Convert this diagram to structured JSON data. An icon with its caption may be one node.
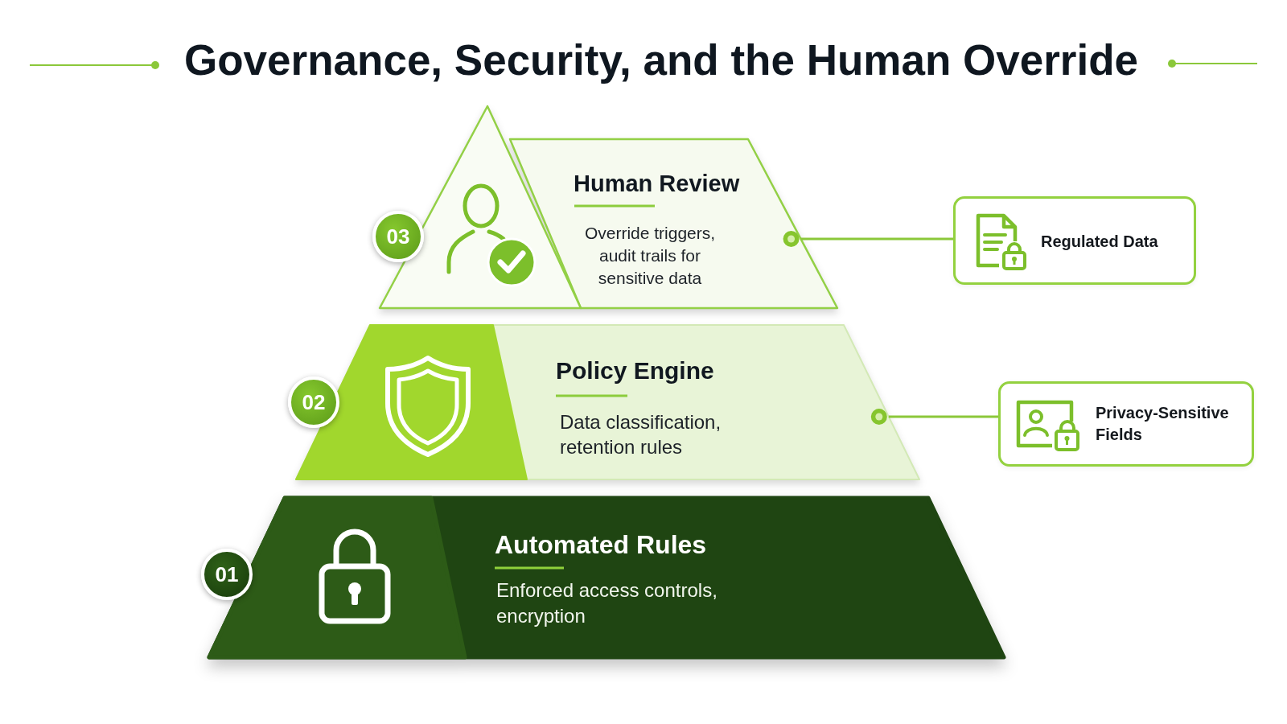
{
  "diagram": {
    "title": "Governance, Security, and the Human Override",
    "nodes": [
      {
        "text": [
          "Human Review",
          "Override triggers, audit trails for sensitive data"
        ]
      },
      {
        "text": [
          "03"
        ]
      },
      {
        "text": [
          "Regulated Data"
        ]
      },
      {
        "text": [
          "Policy Engine",
          "Data classification, retention rules"
        ]
      },
      {
        "text": [
          "02"
        ]
      },
      {
        "text": [
          "Privacy-Sensitive Fields"
        ]
      },
      {
        "text": [
          "Automated Rules",
          "Enforced access controls, encryption"
        ]
      },
      {
        "text": [
          "01"
        ]
      }
    ],
    "edges": [
      {
        "from": 0,
        "to": 2,
        "arrow": "other"
      },
      {
        "from": 3,
        "to": 5,
        "arrow": "other"
      }
    ]
  }
}
